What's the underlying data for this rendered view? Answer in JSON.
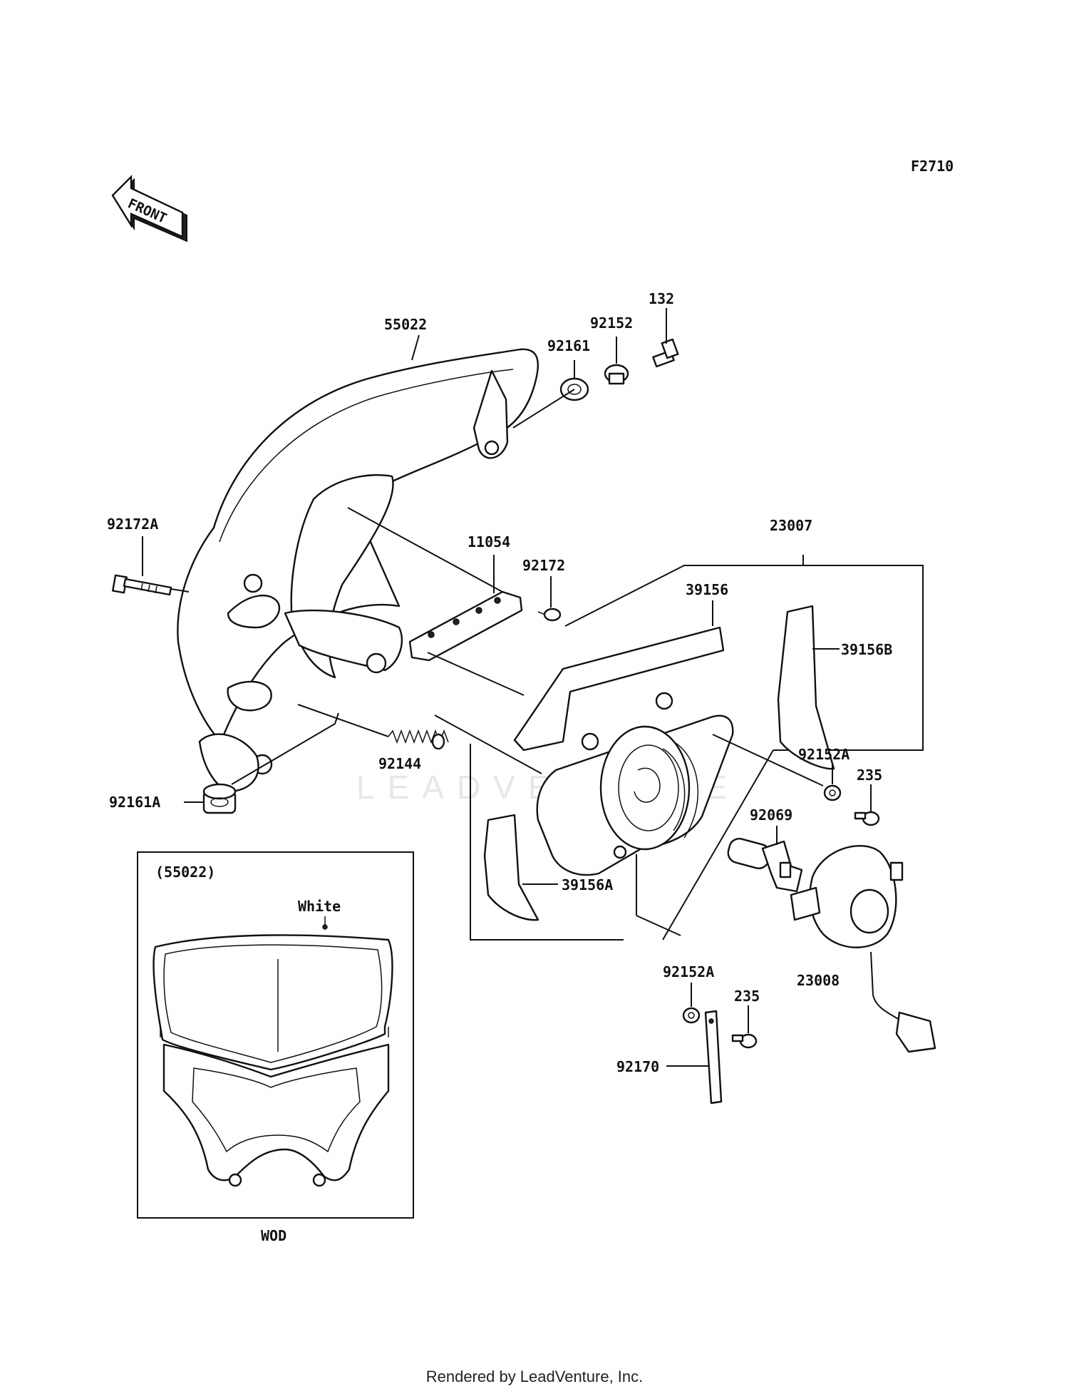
{
  "diagram_code": "F2710",
  "front_arrow_label": "FRONT",
  "watermark": "LEADVENTURE",
  "inset": {
    "title": "(55022)",
    "color_note": "White",
    "variant": "WOD"
  },
  "parts": {
    "p55022": "55022",
    "p92161": "92161",
    "p92152": "92152",
    "p132": "132",
    "p92172A": "92172A",
    "p11054": "11054",
    "p92172": "92172",
    "p23007": "23007",
    "p39156": "39156",
    "p39156B": "39156B",
    "p92144": "92144",
    "p92152A_1": "92152A",
    "p235_1": "235",
    "p92161A": "92161A",
    "p92069": "92069",
    "p39156A": "39156A",
    "p92152A_2": "92152A",
    "p235_2": "235",
    "p23008": "23008",
    "p92170": "92170"
  },
  "footer": "Rendered by LeadVenture, Inc."
}
